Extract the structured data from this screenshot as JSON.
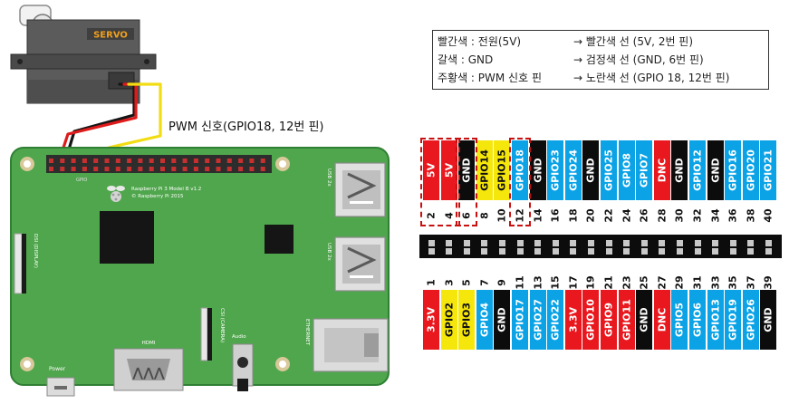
{
  "servo": {
    "label": "SERVO"
  },
  "board": {
    "model": "Raspberry Pi 3 Model B v1.2",
    "copyright": "© Raspberry Pi 2015",
    "gpio_label": "GPIO",
    "usb_label": "USB 2x",
    "display_label": "DSI (DISPLAY)",
    "camera_label": "CSI (CAMERA)",
    "hdmi_label": "HDMI",
    "audio_label": "Audio",
    "ethernet_label": "ETHERNET",
    "power_label": "Power"
  },
  "pwm_label": "PWM 신호(GPIO18, 12번 핀)",
  "legend": [
    {
      "left": "빨간색 : 전원(5V)",
      "right": "→ 빨간색 선  (5V, 2번 핀)"
    },
    {
      "left": "갈색     : GND",
      "right": "→ 검정색 선  (GND, 6번 핀)"
    },
    {
      "left": "주황색 : PWM 신호 핀",
      "right": "→ 노란색 선  (GPIO 18,  12번 핀)"
    }
  ],
  "colors": {
    "red": "#e8181e",
    "black": "#0c0c0c",
    "yellow": "#f5e60b",
    "blue": "#0ba3e6",
    "board": "#4fa64c",
    "board_dark": "#2f7f34",
    "highlight": "#c81010"
  },
  "top_pins": [
    {
      "num": "2",
      "label": "5V",
      "color": "red"
    },
    {
      "num": "4",
      "label": "5V",
      "color": "red"
    },
    {
      "num": "6",
      "label": "GND",
      "color": "black"
    },
    {
      "num": "8",
      "label": "GPIO14",
      "color": "yellow"
    },
    {
      "num": "10",
      "label": "GPIO15",
      "color": "yellow"
    },
    {
      "num": "12",
      "label": "GPIO18",
      "color": "blue"
    },
    {
      "num": "14",
      "label": "GND",
      "color": "black"
    },
    {
      "num": "16",
      "label": "GPIO23",
      "color": "blue"
    },
    {
      "num": "18",
      "label": "GPIO24",
      "color": "blue"
    },
    {
      "num": "20",
      "label": "GND",
      "color": "black"
    },
    {
      "num": "22",
      "label": "GPIO25",
      "color": "blue"
    },
    {
      "num": "24",
      "label": "GPIO8",
      "color": "blue"
    },
    {
      "num": "26",
      "label": "GPIO7",
      "color": "blue"
    },
    {
      "num": "28",
      "label": "DNC",
      "color": "red"
    },
    {
      "num": "30",
      "label": "GND",
      "color": "black"
    },
    {
      "num": "32",
      "label": "GPIO12",
      "color": "blue"
    },
    {
      "num": "34",
      "label": "GND",
      "color": "black"
    },
    {
      "num": "36",
      "label": "GPIO16",
      "color": "blue"
    },
    {
      "num": "38",
      "label": "GPIO20",
      "color": "blue"
    },
    {
      "num": "40",
      "label": "GPIO21",
      "color": "blue"
    }
  ],
  "bottom_pins": [
    {
      "num": "1",
      "label": "3.3V",
      "color": "red"
    },
    {
      "num": "3",
      "label": "GPIO2",
      "color": "yellow"
    },
    {
      "num": "5",
      "label": "GPIO3",
      "color": "yellow"
    },
    {
      "num": "7",
      "label": "GPIO4",
      "color": "blue"
    },
    {
      "num": "9",
      "label": "GND",
      "color": "black"
    },
    {
      "num": "11",
      "label": "GPIO17",
      "color": "blue"
    },
    {
      "num": "13",
      "label": "GPIO27",
      "color": "blue"
    },
    {
      "num": "15",
      "label": "GPIO22",
      "color": "blue"
    },
    {
      "num": "17",
      "label": "3.3V",
      "color": "red"
    },
    {
      "num": "19",
      "label": "GPIO10",
      "color": "red"
    },
    {
      "num": "21",
      "label": "GPIO9",
      "color": "red"
    },
    {
      "num": "23",
      "label": "GPIO11",
      "color": "red"
    },
    {
      "num": "25",
      "label": "GND",
      "color": "black"
    },
    {
      "num": "27",
      "label": "DNC",
      "color": "red"
    },
    {
      "num": "29",
      "label": "GPIO5",
      "color": "blue"
    },
    {
      "num": "31",
      "label": "GPIO6",
      "color": "blue"
    },
    {
      "num": "33",
      "label": "GPIO13",
      "color": "blue"
    },
    {
      "num": "35",
      "label": "GPIO19",
      "color": "blue"
    },
    {
      "num": "37",
      "label": "GPIO26",
      "color": "blue"
    },
    {
      "num": "39",
      "label": "GND",
      "color": "black"
    }
  ],
  "highlighted_pins": [
    "2, 4",
    "6",
    "12"
  ]
}
